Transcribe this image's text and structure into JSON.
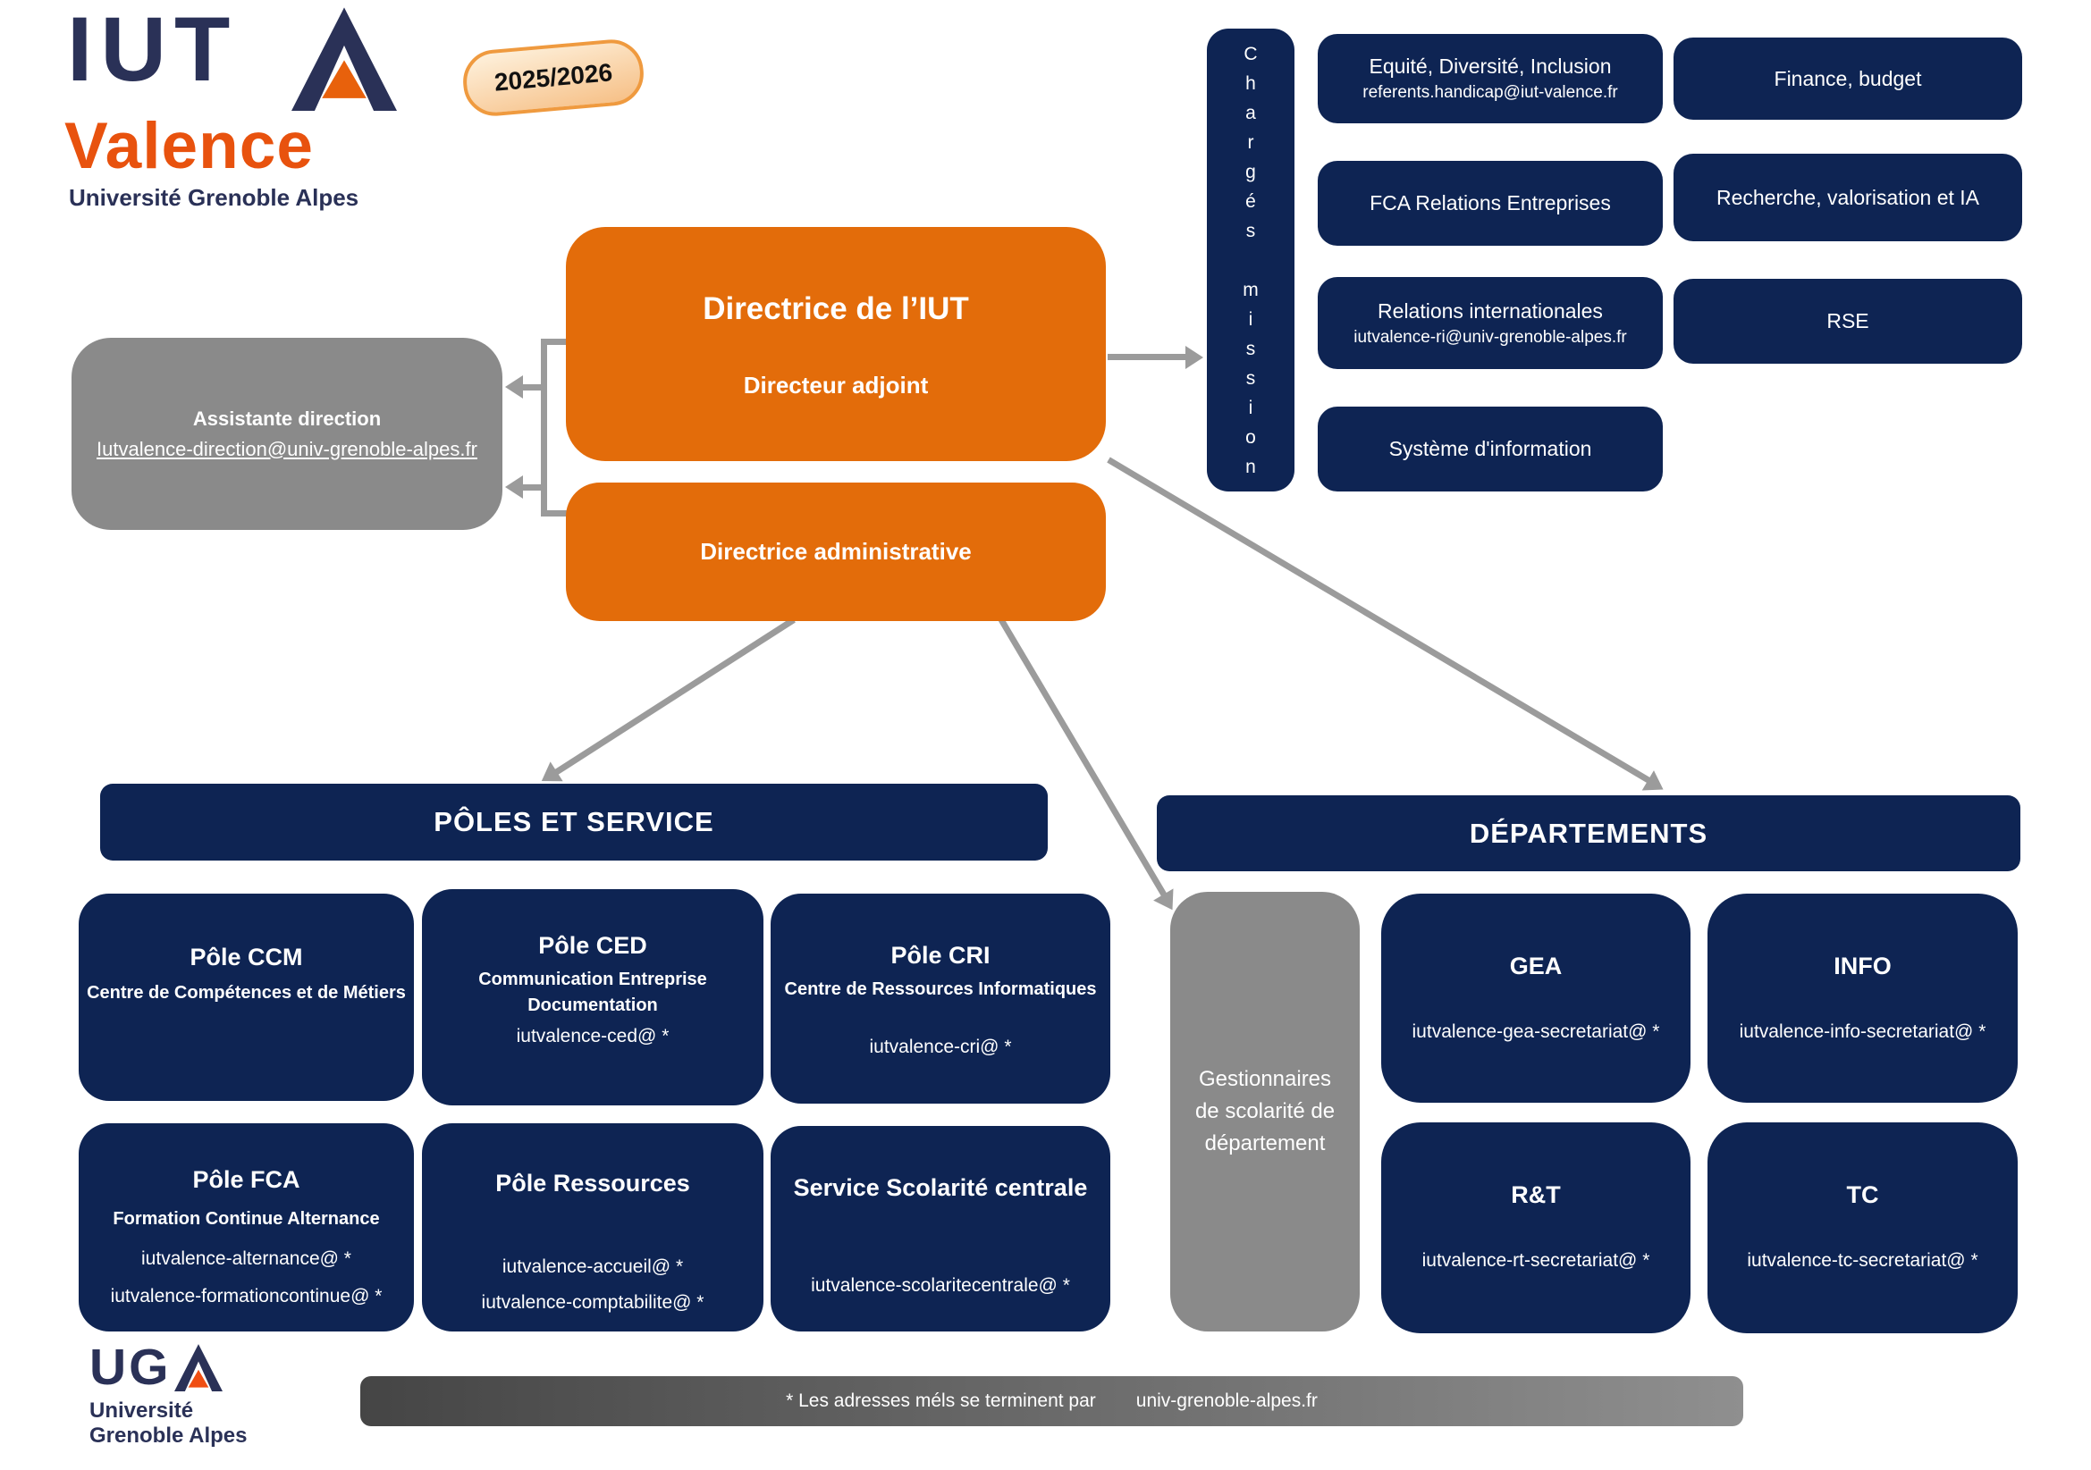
{
  "colors": {
    "navy": "#0E2453",
    "orange": "#E36C0A",
    "gray_box": "#8A8A8A",
    "arrow_gray": "#9B9B9B",
    "logo_navy": "#2A3157",
    "logo_orange": "#E8520E",
    "badge_border": "#EF9A3F"
  },
  "logo": {
    "acronym": "IUT",
    "city": "Valence",
    "university": "Université Grenoble Alpes"
  },
  "badge": {
    "label": "2025/2026"
  },
  "direction": {
    "director_title": "Directrice de l’IUT",
    "director_subtitle": "Directeur adjoint",
    "admin_title": "Directrice administrative",
    "assistant_title": "Assistante direction",
    "assistant_email": "Iutvalence-direction@univ-grenoble-alpes.fr"
  },
  "charges_mission": {
    "vertical_label": "C\nh\na\nr\ng\né\ns\n\nm\ni\ns\ns\ni\no\nn",
    "boxes": [
      {
        "title": "Equité, Diversité, Inclusion",
        "email": "referents.handicap@iut-valence.fr"
      },
      {
        "title": "Finance, budget"
      },
      {
        "title": "FCA Relations Entreprises"
      },
      {
        "title": "Recherche, valorisation et IA"
      },
      {
        "title": "Relations internationales",
        "email": "iutvalence-ri@univ-grenoble-alpes.fr"
      },
      {
        "title": "RSE"
      },
      {
        "title": "Système d'information"
      }
    ]
  },
  "poles": {
    "header": "PÔLES ET SERVICE",
    "boxes": [
      {
        "title": "Pôle CCM",
        "subtitle": "Centre de Compétences et de Métiers"
      },
      {
        "title": "Pôle CED",
        "subtitle": "Communication Entreprise\nDocumentation",
        "email1": "iutvalence-ced@ *"
      },
      {
        "title": "Pôle CRI",
        "subtitle": "Centre de Ressources Informatiques",
        "email1": "iutvalence-cri@ *"
      },
      {
        "title": "Pôle FCA",
        "subtitle": "Formation Continue Alternance",
        "email1": "iutvalence-alternance@ *",
        "email2": "iutvalence-formationcontinue@ *"
      },
      {
        "title": "Pôle Ressources",
        "email1": "iutvalence-accueil@ *",
        "email2": "iutvalence-comptabilite@ *"
      },
      {
        "title": "Service Scolarité centrale",
        "email1": "iutvalence-scolaritecentrale@ *"
      }
    ]
  },
  "departements": {
    "header": "DÉPARTEMENTS",
    "gestionnaires": "Gestionnaires\nde scolarité de\ndépartement",
    "boxes": [
      {
        "title": "GEA",
        "email": "iutvalence-gea-secretariat@ *"
      },
      {
        "title": "INFO",
        "email": "iutvalence-info-secretariat@ *"
      },
      {
        "title": "R&T",
        "email": "iutvalence-rt-secretariat@ *"
      },
      {
        "title": "TC",
        "email": "iutvalence-tc-secretariat@ *"
      }
    ]
  },
  "footer": {
    "uga_acronym": "UG",
    "uga_line1": "Université",
    "uga_line2": "Grenoble Alpes",
    "note_prefix": "* Les adresses méls se terminent par",
    "note_domain": "univ-grenoble-alpes.fr"
  }
}
